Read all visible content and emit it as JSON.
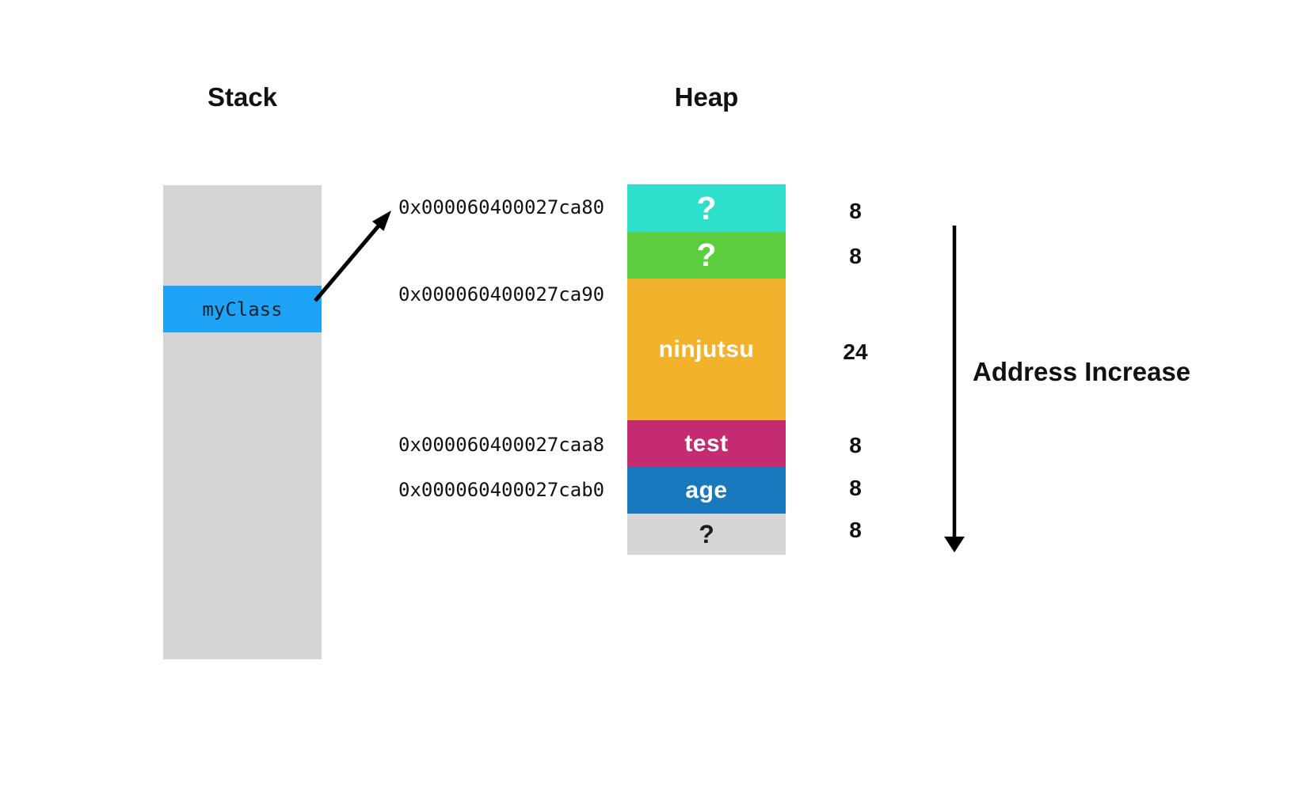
{
  "diagram": {
    "stack": {
      "title": "Stack",
      "pointer_cell": {
        "label": "myClass",
        "color": "#1FA3F7"
      },
      "bg_color": "#D5D5D5"
    },
    "heap": {
      "title": "Heap",
      "blocks": [
        {
          "label": "?",
          "size": "8",
          "color": "#2EDFCB",
          "text_color": "#FFFFFF"
        },
        {
          "label": "?",
          "size": "8",
          "color": "#5BCD3E",
          "text_color": "#FFFFFF"
        },
        {
          "label": "ninjutsu",
          "size": "24",
          "color": "#F2B22C",
          "text_color": "#FFFFFF"
        },
        {
          "label": "test",
          "size": "8",
          "color": "#C52B70",
          "text_color": "#FFFFFF"
        },
        {
          "label": "age",
          "size": "8",
          "color": "#1879BE",
          "text_color": "#FFFFFF"
        },
        {
          "label": "?",
          "size": "8",
          "color": "#D5D5D5",
          "text_color": "#1c1c1c"
        }
      ]
    },
    "addresses": [
      "0x000060400027ca80",
      "0x000060400027ca90",
      "0x000060400027caa8",
      "0x000060400027cab0"
    ],
    "annotation": {
      "label": "Address Increase"
    },
    "arrow_color": "#000000"
  }
}
